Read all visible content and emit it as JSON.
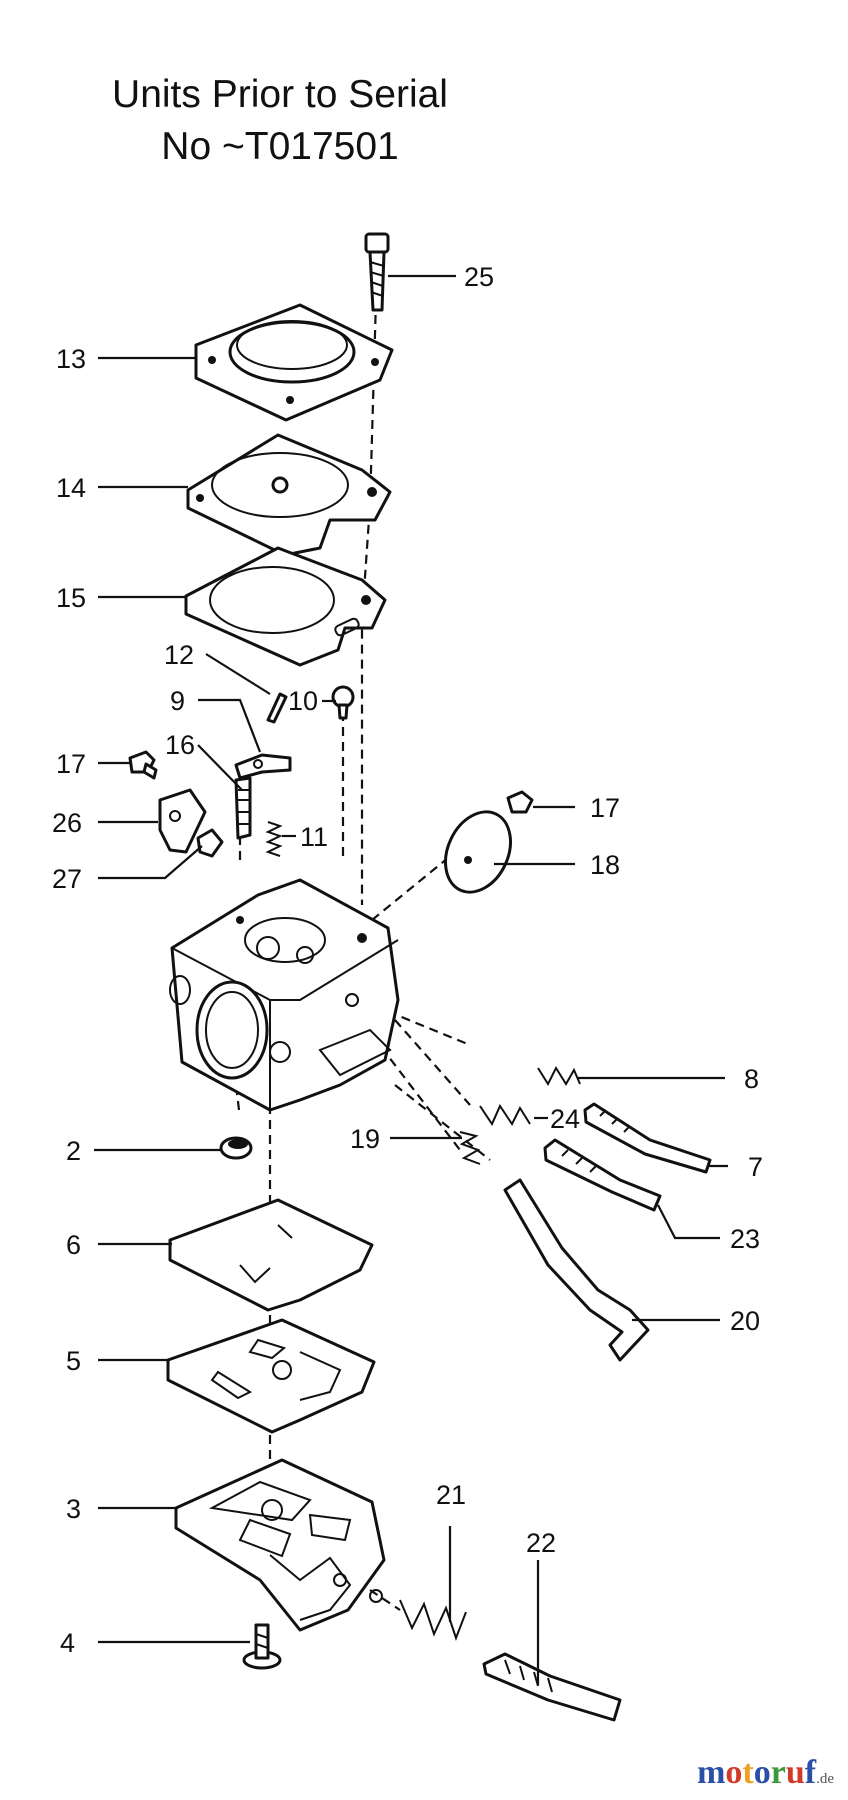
{
  "title": {
    "line1": "Units  Prior to Serial",
    "line2": "No ~T017501"
  },
  "callouts": [
    {
      "id": "25",
      "label": "25"
    },
    {
      "id": "13",
      "label": "13"
    },
    {
      "id": "14",
      "label": "14"
    },
    {
      "id": "15",
      "label": "15"
    },
    {
      "id": "12",
      "label": "12"
    },
    {
      "id": "9",
      "label": "9"
    },
    {
      "id": "10",
      "label": "10"
    },
    {
      "id": "16",
      "label": "16"
    },
    {
      "id": "17a",
      "label": "17"
    },
    {
      "id": "17b",
      "label": "17"
    },
    {
      "id": "26",
      "label": "26"
    },
    {
      "id": "11",
      "label": "11"
    },
    {
      "id": "27",
      "label": "27"
    },
    {
      "id": "18",
      "label": "18"
    },
    {
      "id": "8",
      "label": "8"
    },
    {
      "id": "24",
      "label": "24"
    },
    {
      "id": "19",
      "label": "19"
    },
    {
      "id": "2",
      "label": "2"
    },
    {
      "id": "7",
      "label": "7"
    },
    {
      "id": "23",
      "label": "23"
    },
    {
      "id": "6",
      "label": "6"
    },
    {
      "id": "20",
      "label": "20"
    },
    {
      "id": "5",
      "label": "5"
    },
    {
      "id": "21",
      "label": "21"
    },
    {
      "id": "3",
      "label": "3"
    },
    {
      "id": "22",
      "label": "22"
    },
    {
      "id": "4",
      "label": "4"
    }
  ],
  "watermark": {
    "letters": [
      {
        "ch": "m",
        "color": "#2b4fa8"
      },
      {
        "ch": "o",
        "color": "#d23a2a"
      },
      {
        "ch": "t",
        "color": "#f0a020"
      },
      {
        "ch": "o",
        "color": "#2b4fa8"
      },
      {
        "ch": "r",
        "color": "#3c9a3c"
      },
      {
        "ch": "u",
        "color": "#d23a2a"
      },
      {
        "ch": "f",
        "color": "#2b4fa8"
      }
    ],
    "suffix": ".de"
  }
}
